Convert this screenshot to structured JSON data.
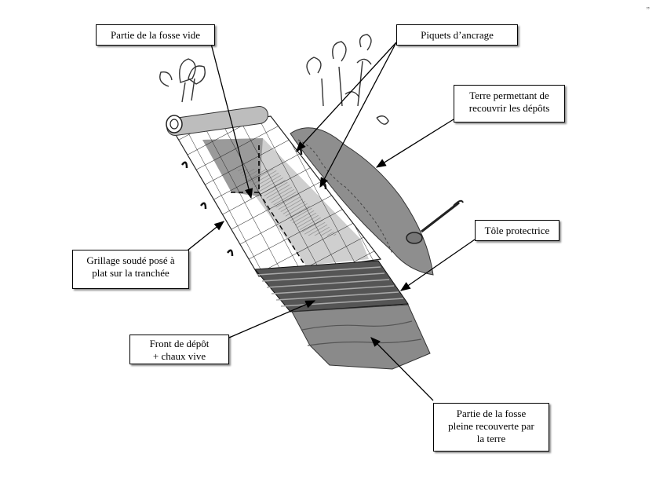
{
  "labels": {
    "fosse_vide": "Partie de la fosse vide",
    "piquets": "Piquets d’ancrage",
    "terre_line1": "Terre permettant de",
    "terre_line2": "recouvrir les dépôts",
    "tole": "Tôle protectrice",
    "grillage_line1": "Grillage soudé posé à",
    "grillage_line2": "plat sur la tranchée",
    "front_line1": "Front de dépôt",
    "front_line2": "+ chaux vive",
    "pleine_line1": "Partie de la fosse",
    "pleine_line2": "pleine recouverte par",
    "pleine_line3": "la terre"
  },
  "corner_mark": "„"
}
